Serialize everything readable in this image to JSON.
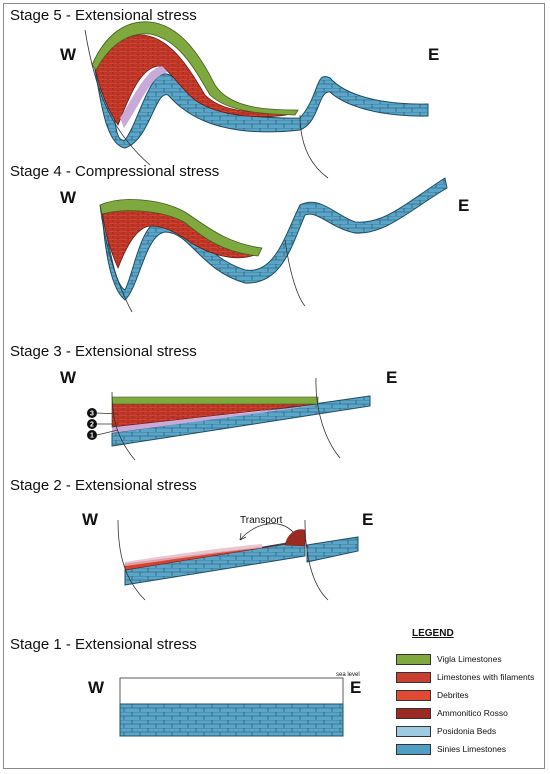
{
  "stages": [
    {
      "title": "Stage 5 - Extensional stress",
      "west": "W",
      "east": "E"
    },
    {
      "title": "Stage 4 - Compressional stress",
      "west": "W",
      "east": "E"
    },
    {
      "title": "Stage 3 - Extensional stress",
      "west": "W",
      "east": "E",
      "markers": [
        "3",
        "2",
        "1"
      ]
    },
    {
      "title": "Stage 2 - Extensional stress",
      "west": "W",
      "east": "E",
      "annotation": "Transport"
    },
    {
      "title": "Stage 1 - Extensional stress",
      "west": "W",
      "east": "E",
      "annotation": "sea level"
    }
  ],
  "legend": {
    "title": "LEGEND",
    "items": [
      {
        "label": "Vigla Limestones",
        "color": "#7fa83e"
      },
      {
        "label": "Limestones with filaments",
        "color": "#c8402f"
      },
      {
        "label": "Debrites",
        "color": "#e04a32"
      },
      {
        "label": "Ammonitico Rosso",
        "color": "#9b2b22"
      },
      {
        "label": "Posidonia Beds",
        "color": "#9ccbe2"
      },
      {
        "label": "Sinies Limestones",
        "color": "#4f9ec3"
      }
    ]
  },
  "colors": {
    "vigla": "#7fa83e",
    "filaments": "#c8402f",
    "debrites": "#e04a32",
    "ammonitico": "#9b2b22",
    "posidonia": "#c9a9d8",
    "sinies": "#5aa5c8"
  }
}
